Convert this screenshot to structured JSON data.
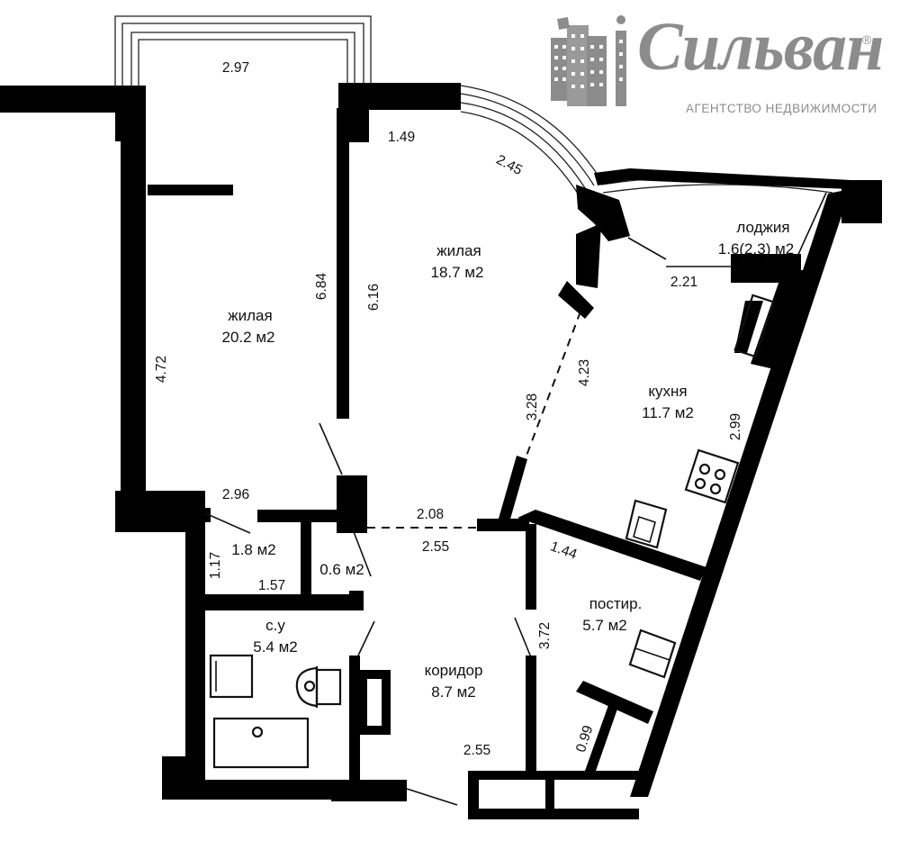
{
  "brand": {
    "name": "Сильван",
    "registered_mark": "®",
    "tagline": "АГЕНТСТВО НЕДВИЖИМОСТИ",
    "color": "#8c8c8c"
  },
  "rooms": {
    "living1": {
      "name": "жилая",
      "area": "20.2 м2"
    },
    "living2": {
      "name": "жилая",
      "area": "18.7 м2"
    },
    "kitchen": {
      "name": "кухня",
      "area": "11.7 м2"
    },
    "loggia": {
      "name": "лоджия",
      "area": "1.6(2.3) м2"
    },
    "laundry": {
      "name": "постир.",
      "area": "5.7 м2"
    },
    "bathroom": {
      "name": "с.у",
      "area": "5.4 м2"
    },
    "corridor": {
      "name": "коридор",
      "area": "8.7 м2"
    },
    "closet_small": {
      "area": "1.8 м2"
    },
    "closet_tiny": {
      "area": "0.6 м2"
    }
  },
  "dimensions": {
    "d_2_97": "2.97",
    "d_1_49": "1.49",
    "d_2_45": "2.45",
    "d_6_84": "6.84",
    "d_6_16": "6.16",
    "d_4_72": "4.72",
    "d_2_21": "2.21",
    "d_4_23": "4.23",
    "d_3_28": "3.28",
    "d_2_99": "2.99",
    "d_2_96": "2.96",
    "d_2_08": "2.08",
    "d_2_55_top": "2.55",
    "d_1_17": "1.17",
    "d_1_57": "1.57",
    "d_1_44": "1.44",
    "d_3_72": "3.72",
    "d_0_99": "0.99",
    "d_2_55_bottom": "2.55"
  },
  "colors": {
    "wall": "#000000",
    "line": "#111111",
    "background": "#ffffff"
  }
}
